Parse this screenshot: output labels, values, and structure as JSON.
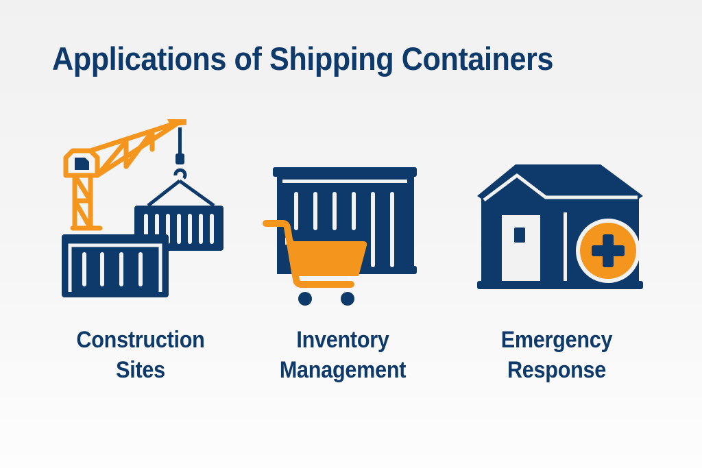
{
  "title": "Applications of Shipping Containers",
  "colors": {
    "navy": "#0d3a6b",
    "orange": "#f4961e",
    "background": "#f2f2f2"
  },
  "items": [
    {
      "icon": "crane-with-containers-icon",
      "label_line1": "Construction",
      "label_line2": "Sites"
    },
    {
      "icon": "container-with-shopping-cart-icon",
      "label_line1": "Inventory",
      "label_line2": "Management"
    },
    {
      "icon": "house-with-medical-cross-icon",
      "label_line1": "Emergency",
      "label_line2": "Response"
    }
  ]
}
